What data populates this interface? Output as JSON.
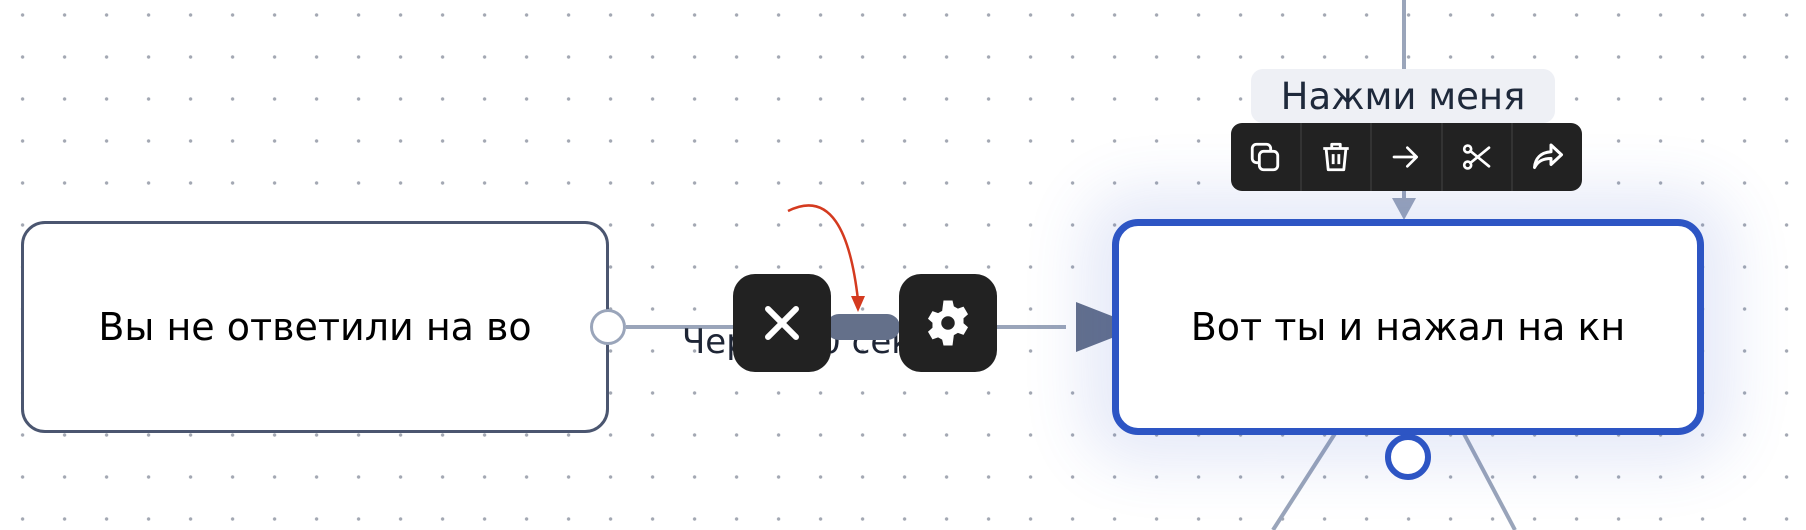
{
  "nodes": {
    "left": {
      "text": "Вы не ответили на во"
    },
    "right": {
      "text": "Вот ты и нажал на кн",
      "title": "Нажми меня"
    }
  },
  "edge": {
    "label": "Через 10 секунд"
  },
  "toolbar": {
    "items": [
      "copy-icon",
      "trash-icon",
      "arrow-right-icon",
      "scissors-icon",
      "share-icon"
    ]
  },
  "colors": {
    "selected": "#2d55c4",
    "edge": "#9aa5ba",
    "annotation": "#d43a1f"
  }
}
